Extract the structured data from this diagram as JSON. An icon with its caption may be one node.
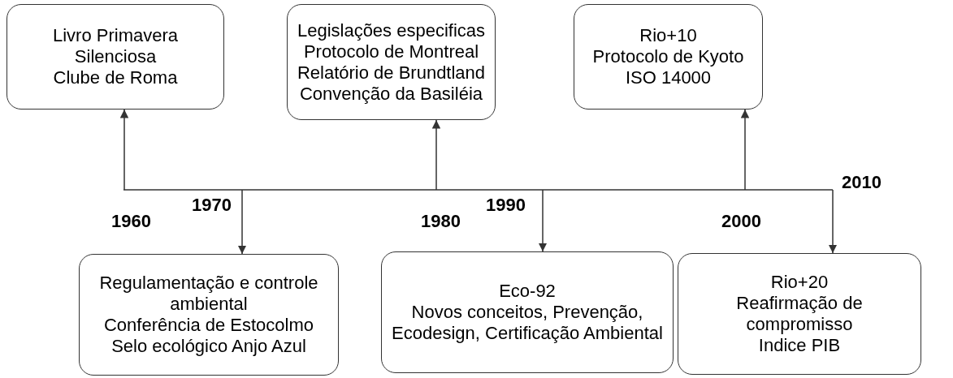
{
  "diagram": {
    "nodes": [
      {
        "text": [
          "Livro Primavera Silenciosa",
          "Clube de Roma"
        ]
      },
      {
        "text": [
          "Legislações especificas",
          "Protocolo de Montreal",
          "Relatório de Brundtland",
          "Convenção da Basiléia"
        ]
      },
      {
        "text": [
          "Rio+10",
          "Protocolo de Kyoto",
          "ISO 14000"
        ]
      },
      {
        "text": [
          "Regulamentação e controle ambiental",
          "Conferência de Estocolmo",
          "Selo ecológico Anjo Azul"
        ]
      },
      {
        "text": [
          "Eco-92",
          "Novos conceitos, Prevenção, Ecodesign, Certificação Ambiental"
        ]
      },
      {
        "text": [
          "Rio+20",
          "Reafirmação de compromisso",
          "Indice PIB"
        ]
      }
    ],
    "edges": [
      {
        "from": null,
        "to": 0,
        "arrow": "to"
      },
      {
        "from": null,
        "to": 1,
        "arrow": "to"
      },
      {
        "from": null,
        "to": 2,
        "arrow": "to"
      },
      {
        "from": null,
        "to": 3,
        "arrow": "to"
      },
      {
        "from": null,
        "to": 4,
        "arrow": "to"
      },
      {
        "from": null,
        "to": 5,
        "arrow": "to"
      }
    ],
    "labels": [
      "1970",
      "1990",
      "2010",
      "1960",
      "1980",
      "2000"
    ]
  }
}
